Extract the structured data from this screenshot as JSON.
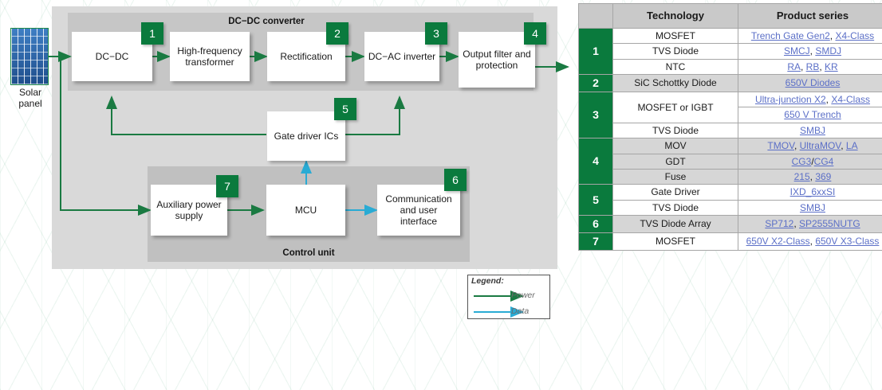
{
  "colors": {
    "brand_green": "#0a7a3d",
    "power_arrow": "#1a7a42",
    "data_arrow": "#29ABD4",
    "link_blue": "#5b6fc7",
    "panel_bg": "#d9d9d9",
    "band_bg": "#c6c6c6",
    "header_bg": "#c9c9c9"
  },
  "diagram": {
    "source": {
      "label_line1": "Solar",
      "label_line2": "panel",
      "icon": "solar-panel-icon"
    },
    "dcdc_band_title": "DC−DC converter",
    "control_band_title": "Control unit",
    "nodes": [
      {
        "id": "dc-dc",
        "label": "DC−DC",
        "badge": "1"
      },
      {
        "id": "high-frequency-transformer",
        "label": "High-frequency transformer",
        "badge": ""
      },
      {
        "id": "rectification",
        "label": "Rectification",
        "badge": "2"
      },
      {
        "id": "dc-ac-inverter",
        "label": "DC−AC inverter",
        "badge": "3"
      },
      {
        "id": "output-filter-and-protection",
        "label": "Output filter and protection",
        "badge": "4"
      },
      {
        "id": "gate-driver-ics",
        "label": "Gate driver ICs",
        "badge": "5"
      },
      {
        "id": "auxiliary-power-supply",
        "label": "Auxiliary power supply",
        "badge": "7"
      },
      {
        "id": "mcu",
        "label": "MCU",
        "badge": ""
      },
      {
        "id": "communication-and-user-interface",
        "label": "Communication and user interface",
        "badge": "6"
      }
    ],
    "legend": {
      "title": "Legend:",
      "items": [
        {
          "label": "Power",
          "type": "power-arrow-icon"
        },
        {
          "label": "Data",
          "type": "data-arrow-icon"
        }
      ]
    }
  },
  "table": {
    "headers": {
      "num": "",
      "technology": "Technology",
      "product_series": "Product series"
    },
    "groups": [
      {
        "num": "1",
        "shaded": false,
        "rows": [
          {
            "technology": "MOSFET",
            "products": [
              {
                "text": "Trench Gate Gen2",
                "link": true
              },
              {
                "text": ", ",
                "link": false
              },
              {
                "text": "X4-Class",
                "link": true
              }
            ]
          },
          {
            "technology": "TVS Diode",
            "products": [
              {
                "text": "SMCJ",
                "link": true
              },
              {
                "text": ", ",
                "link": false
              },
              {
                "text": "SMDJ",
                "link": true
              }
            ]
          },
          {
            "technology": "NTC",
            "products": [
              {
                "text": "RA",
                "link": true
              },
              {
                "text": ", ",
                "link": false
              },
              {
                "text": "RB",
                "link": true
              },
              {
                "text": ", ",
                "link": false
              },
              {
                "text": "KR",
                "link": true
              }
            ]
          }
        ]
      },
      {
        "num": "2",
        "shaded": true,
        "rows": [
          {
            "technology": "SiC Schottky Diode",
            "products": [
              {
                "text": "650V Diodes",
                "link": true
              }
            ]
          }
        ]
      },
      {
        "num": "3",
        "shaded": false,
        "rows": [
          {
            "technology": "MOSFET or IGBT",
            "technology_rowspan": 2,
            "products": [
              {
                "text": "Ultra-junction X2",
                "link": true
              },
              {
                "text": ", ",
                "link": false
              },
              {
                "text": "X4-Class",
                "link": true
              }
            ]
          },
          {
            "technology": null,
            "products": [
              {
                "text": "650 V Trench",
                "link": true
              }
            ]
          },
          {
            "technology": "TVS Diode",
            "products": [
              {
                "text": "SMBJ",
                "link": true
              }
            ]
          }
        ]
      },
      {
        "num": "4",
        "shaded": true,
        "rows": [
          {
            "technology": "MOV",
            "products": [
              {
                "text": "TMOV",
                "link": true
              },
              {
                "text": ", ",
                "link": false
              },
              {
                "text": "UltraMOV",
                "link": true
              },
              {
                "text": ", ",
                "link": false
              },
              {
                "text": "LA",
                "link": true
              }
            ]
          },
          {
            "technology": "GDT",
            "products": [
              {
                "text": "CG3",
                "link": true
              },
              {
                "text": "/",
                "link": false
              },
              {
                "text": "CG4",
                "link": true
              }
            ]
          },
          {
            "technology": "Fuse",
            "products": [
              {
                "text": "215",
                "link": true
              },
              {
                "text": ", ",
                "link": false
              },
              {
                "text": "369",
                "link": true
              }
            ]
          }
        ]
      },
      {
        "num": "5",
        "shaded": false,
        "rows": [
          {
            "technology": "Gate Driver",
            "products": [
              {
                "text": "IXD_6xxSI",
                "link": true
              }
            ]
          },
          {
            "technology": "TVS Diode",
            "products": [
              {
                "text": "SMBJ",
                "link": true
              }
            ]
          }
        ]
      },
      {
        "num": "6",
        "shaded": true,
        "rows": [
          {
            "technology": "TVS Diode Array",
            "products": [
              {
                "text": "SP712",
                "link": true
              },
              {
                "text": ", ",
                "link": false
              },
              {
                "text": "SP2555NUTG",
                "link": true
              }
            ]
          }
        ]
      },
      {
        "num": "7",
        "shaded": false,
        "rows": [
          {
            "technology": "MOSFET",
            "products": [
              {
                "text": "650V X2-Class",
                "link": true
              },
              {
                "text": ", ",
                "link": false
              },
              {
                "text": "650V X3-Class",
                "link": true
              }
            ]
          }
        ]
      }
    ]
  }
}
